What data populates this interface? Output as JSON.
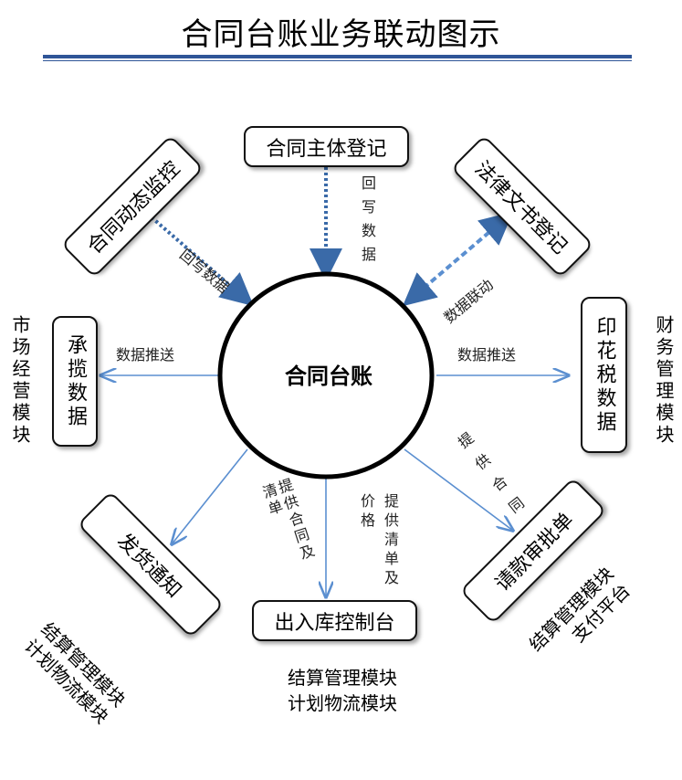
{
  "title": "合同台账业务联动图示",
  "center": "合同台账",
  "boxes": {
    "subject_register": "合同主体登记",
    "dynamic_monitor": "合同动态监控",
    "legal_doc": "法律文书登记",
    "underwriting": "承揽数据",
    "stamp_tax": "印花税数据",
    "shipping_notice": "发货通知",
    "warehouse_console": "出入库控制台",
    "payment_approval": "请款审批单"
  },
  "labels": {
    "write_back_top": "回写数据",
    "write_back_left": "回写数据",
    "data_link": "数据联动",
    "push_left": "数据推送",
    "push_right": "数据推送",
    "provide_contract_list": "提供合同及清单",
    "provide_list_price": "提供清单及价格",
    "provide_contract": "提供合同"
  },
  "modules": {
    "market": "市场经营模块",
    "finance": "财务管理模块",
    "lower_left": [
      "结算管理模块",
      "计划物流模块"
    ],
    "bottom": [
      "结算管理模块",
      "计划物流模块"
    ],
    "lower_right": [
      "结算管理模块",
      "支付平台"
    ]
  },
  "colors": {
    "rule": "#2f5597",
    "dotted_arrow": "#3a6aa8",
    "thin_arrow": "#5b8fd0"
  }
}
